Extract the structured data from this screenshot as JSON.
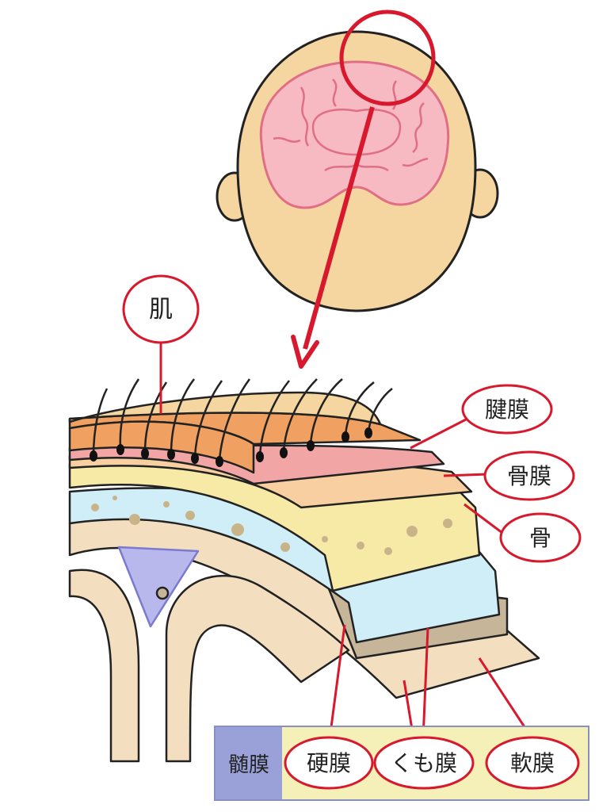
{
  "labels": {
    "skin": "肌",
    "galea": "腱膜",
    "periosteum": "骨膜",
    "bone": "骨",
    "meninges": "髄膜",
    "dura": "硬膜",
    "arachnoid": "くも膜",
    "pia": "軟膜"
  },
  "colors": {
    "accent_red": "#d8182c",
    "skin_face": "#f5d6a0",
    "brain_pink": "#f7b9c2",
    "scalp_orange": "#f0a060",
    "galea_pink": "#f2a5a5",
    "periosteum_tan": "#f7cfa0",
    "bone_yellow": "#f6eaa6",
    "dura_blue": "#cfeef8",
    "arachnoid_brown": "#c7b59a",
    "pia_tan": "#f3dfc0",
    "meninges_purple": "#9aa0d8"
  }
}
